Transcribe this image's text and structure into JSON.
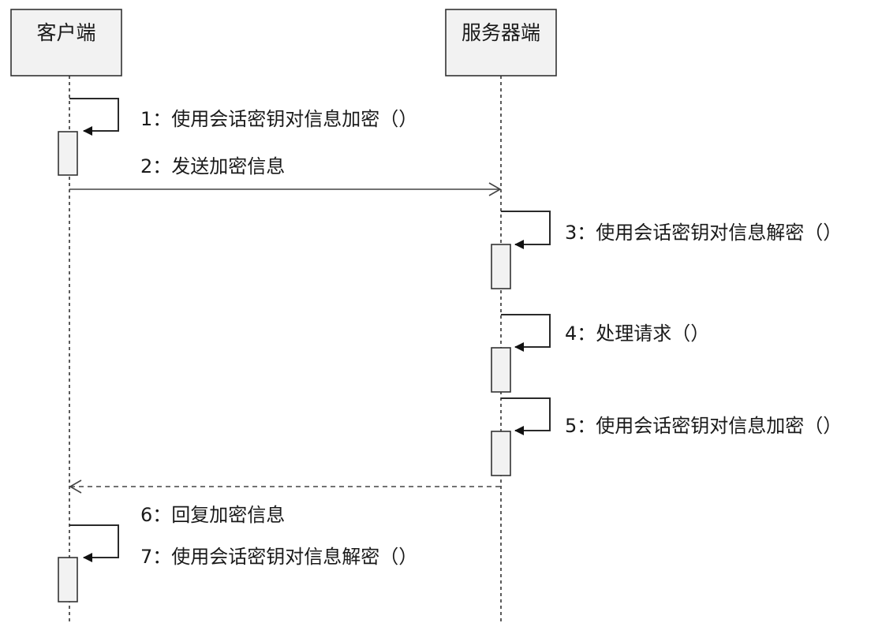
{
  "participants": {
    "client": "客户端",
    "server": "服务器端"
  },
  "messages": {
    "m1": "1：使用会话密钥对信息加密（）",
    "m2": "2：发送加密信息",
    "m3": "3：使用会话密钥对信息解密（）",
    "m4": "4：处理请求（）",
    "m5": "5：使用会话密钥对信息加密（）",
    "m6": "6：回复加密信息",
    "m7": "7：使用会话密钥对信息解密（）"
  },
  "colors": {
    "line": "#333333",
    "box_fill": "#f2f2f2",
    "text": "#1a1a1a"
  }
}
